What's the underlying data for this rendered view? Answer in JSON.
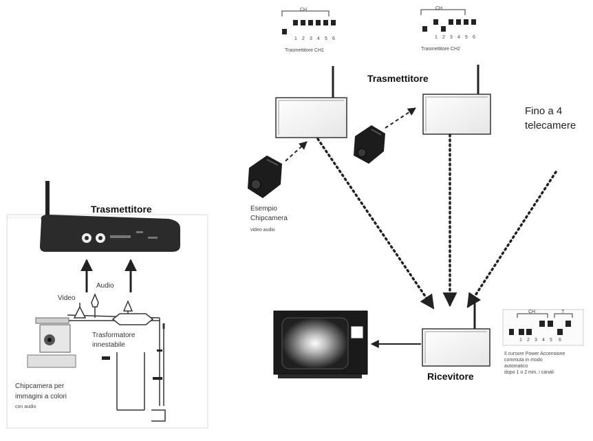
{
  "left_panel": {
    "title": "Trasmettitore",
    "video_label": "Video",
    "audio_label": "Audio",
    "transformer_label_1": "Trasformatore",
    "transformer_label_2": "innestabile",
    "camera_caption_1": "Chipcamera per",
    "camera_caption_2": "immagini a colori",
    "camera_caption_3": "con audio"
  },
  "right_panel": {
    "title_transmitter": "Trasmettitore",
    "tx1_caption": "Trasmettitore CH1",
    "tx2_caption": "Trasmettitore CH2",
    "dip_header": "CH",
    "dip_numbers": [
      "1",
      "2",
      "3",
      "4",
      "5",
      "6"
    ],
    "up_to_line1": "Fino a 4",
    "up_to_line2": "telecamere",
    "example_line1": "Esempio",
    "example_line2": "Chipcamera",
    "example_line3": "video    audio",
    "receiver_label": "Ricevitore",
    "receiver_dip_header_ch": "CH",
    "receiver_dip_header_t": "T",
    "receiver_note_1": "Il cursore Power Accensione",
    "receiver_note_2": "commuta in modo",
    "receiver_note_3": "automatico",
    "receiver_note_4": "dopo 1 o 2 min. i canali"
  }
}
